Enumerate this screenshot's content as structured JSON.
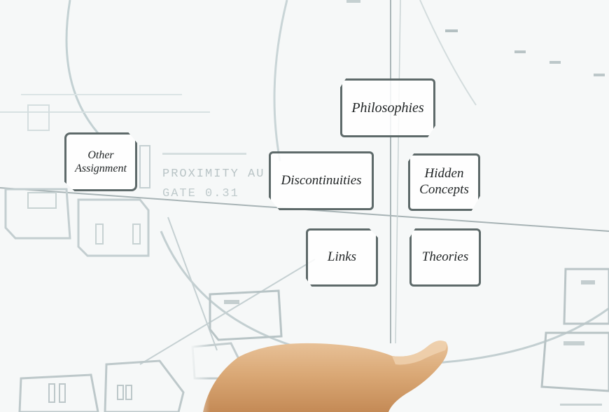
{
  "background": {
    "label_line1": "PROXIMITY AU",
    "label_line2": "GATE 0.31",
    "accent_color": "#9eb0b3",
    "node_border_color": "#5e6a6a"
  },
  "nodes": {
    "philosophies": "Philosophies",
    "other_assignment_line1": "Other",
    "other_assignment_line2": "Assignment",
    "discontinuities": "Discontinuities",
    "hidden_concepts_line1": "Hidden",
    "hidden_concepts_line2": "Concepts",
    "links": "Links",
    "theories": "Theories"
  }
}
